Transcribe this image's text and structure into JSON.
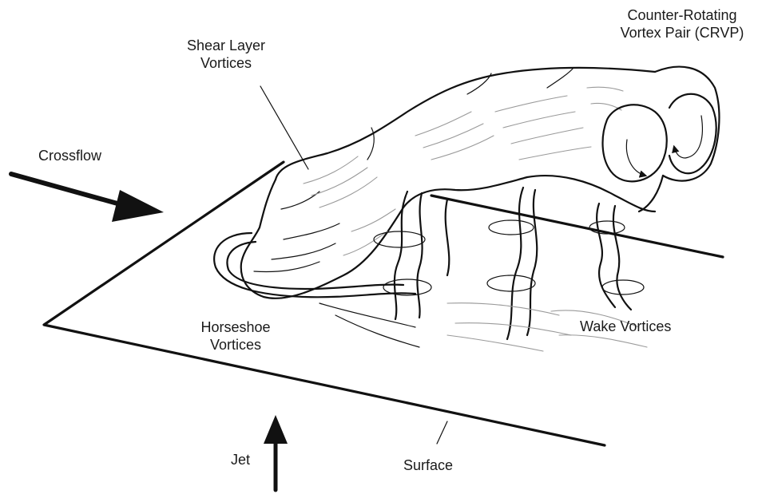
{
  "labels": {
    "crvp_line1": "Counter-Rotating",
    "crvp_line2": "Vortex Pair (CRVP)",
    "shear_line1": "Shear Layer",
    "shear_line2": "Vortices",
    "crossflow": "Crossflow",
    "horseshoe_line1": "Horseshoe",
    "horseshoe_line2": "Vortices",
    "wake": "Wake Vortices",
    "jet": "Jet",
    "surface": "Surface"
  },
  "colors": {
    "ink": "#111111",
    "shading": "#9a9a9a",
    "background": "#ffffff"
  }
}
